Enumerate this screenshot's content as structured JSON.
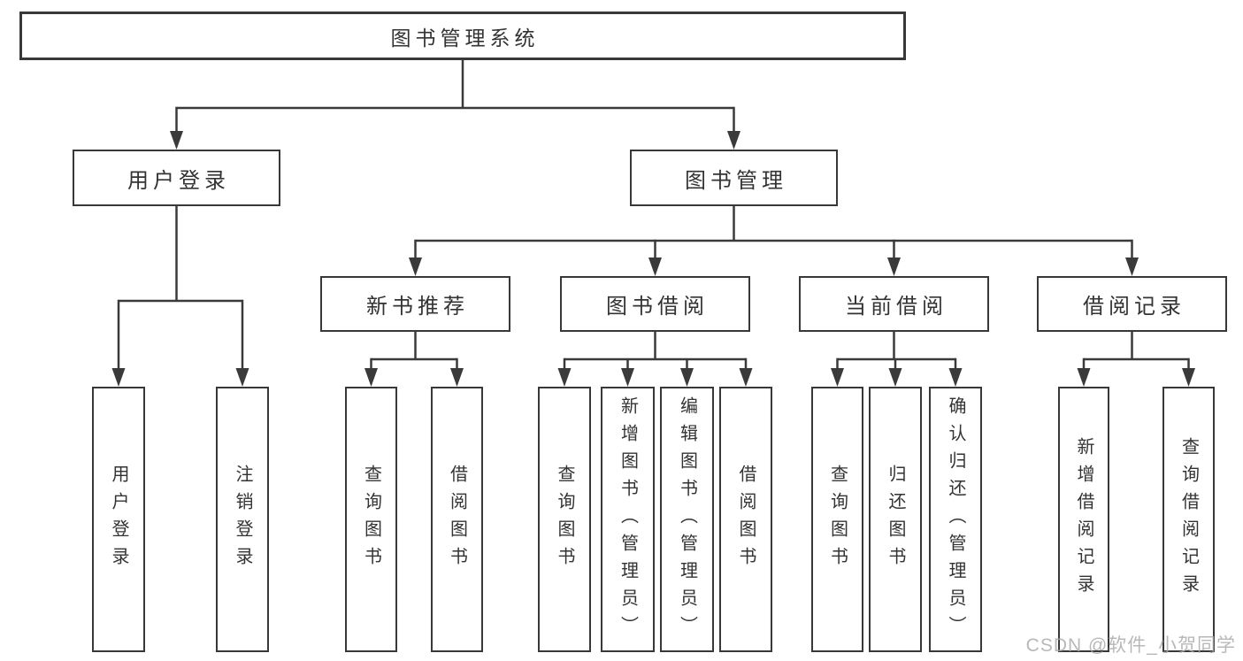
{
  "diagram": {
    "title": "图书管理系统",
    "level2": [
      "用户登录",
      "图书管理"
    ],
    "level3": [
      "新书推荐",
      "图书借阅",
      "当前借阅",
      "借阅记录"
    ],
    "leaves": {
      "login": [
        "用户登录",
        "注销登录"
      ],
      "recommend": [
        "查询图书",
        "借阅图书"
      ],
      "borrow": [
        "查询图书",
        "新增图书（管理员）",
        "编辑图书（管理员）",
        "借阅图书"
      ],
      "current": [
        "查询图书",
        "归还图书",
        "确认归还（管理员）"
      ],
      "records": [
        "新增借阅记录",
        "查询借阅记录"
      ]
    }
  },
  "watermark": "CSDN @软件_小贺同学",
  "colors": {
    "line": "#3a3a3a",
    "border": "#383838",
    "text": "#333333",
    "watermark": "#a8a8a8",
    "background": "#ffffff"
  }
}
